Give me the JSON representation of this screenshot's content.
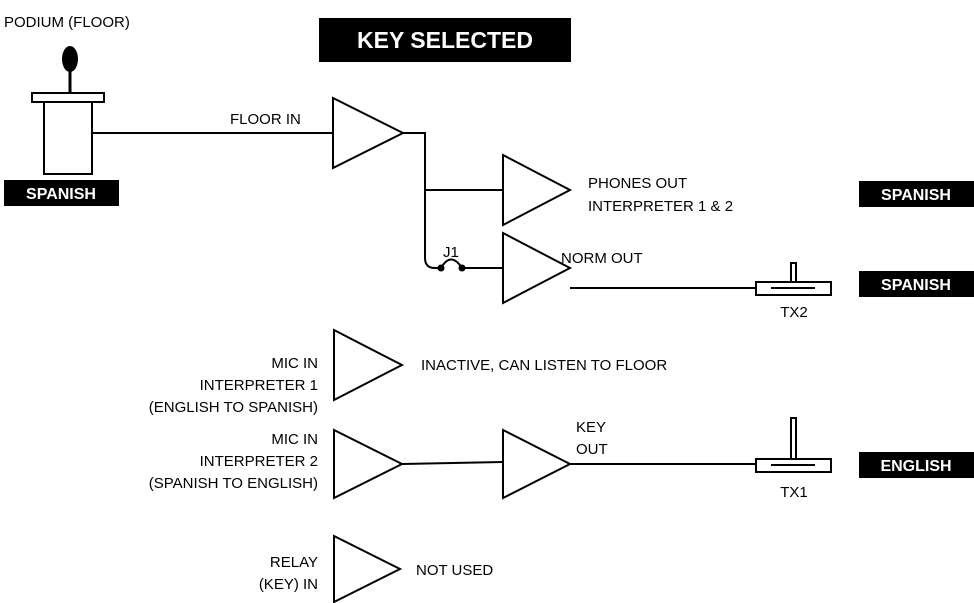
{
  "header": {
    "title": "KEY SELECTED"
  },
  "podium": {
    "label": "PODIUM (FLOOR)",
    "language": "SPANISH"
  },
  "floor_in": {
    "label": "FLOOR IN"
  },
  "phones_out": {
    "line1": "PHONES OUT",
    "line2": "INTERPRETER 1 & 2",
    "language": "SPANISH"
  },
  "jumper": {
    "label": "J1"
  },
  "norm_out": {
    "label": "NORM OUT",
    "transmitter": "TX2",
    "language": "SPANISH"
  },
  "mic_in_1": {
    "line1": "MIC IN",
    "line2": "INTERPRETER 1",
    "line3": "(ENGLISH TO SPANISH)",
    "status": "INACTIVE, CAN LISTEN TO FLOOR"
  },
  "mic_in_2": {
    "line1": "MIC IN",
    "line2": "INTERPRETER 2",
    "line3": "(SPANISH TO ENGLISH)"
  },
  "key_out": {
    "line1": "KEY",
    "line2": "OUT",
    "transmitter": "TX1",
    "language": "ENGLISH"
  },
  "relay_in": {
    "line1": "RELAY",
    "line2": "(KEY) IN",
    "status": "NOT USED"
  }
}
